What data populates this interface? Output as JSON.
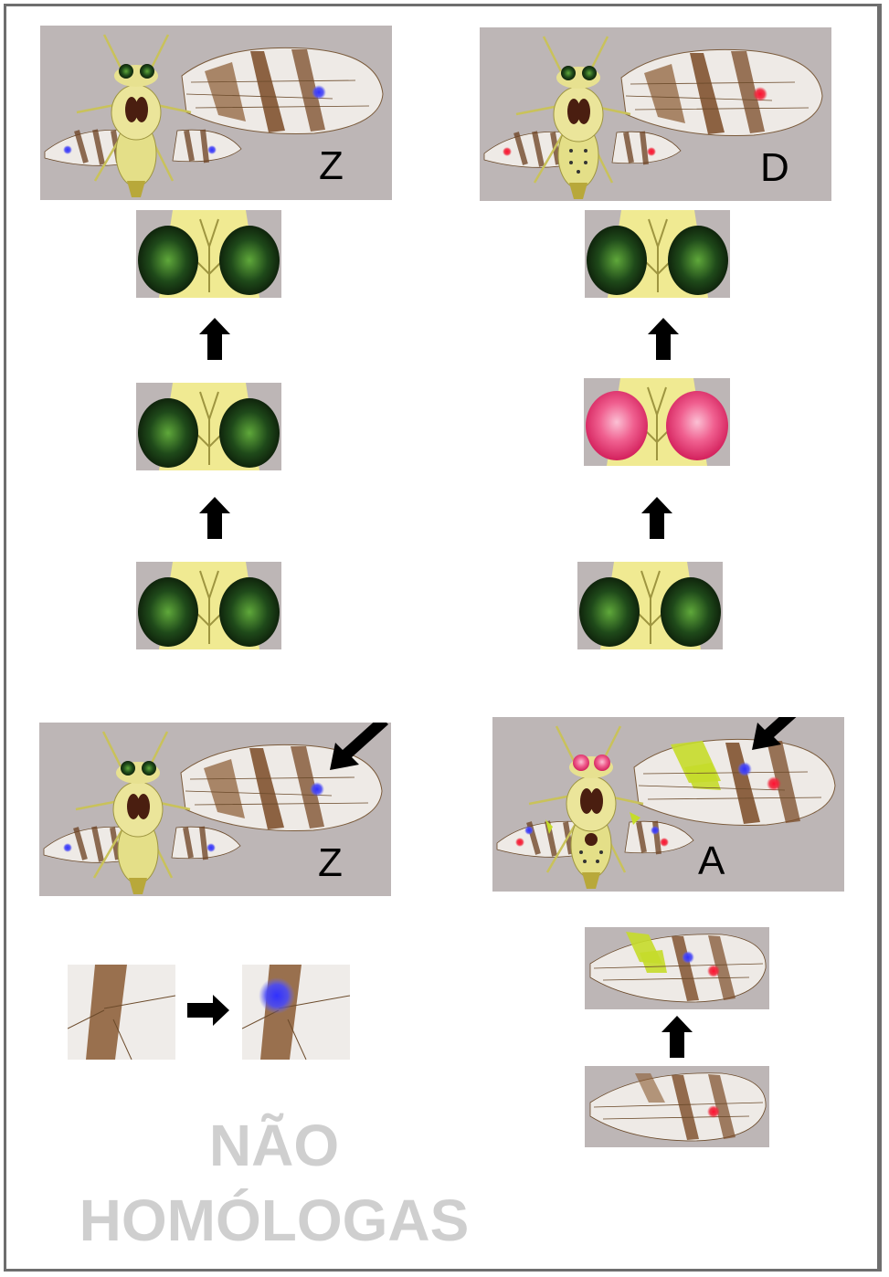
{
  "panels": {
    "top_left_label": "Z",
    "top_right_label": "D",
    "bottom_left_label": "Z",
    "bottom_right_label": "A"
  },
  "caption": {
    "line1": "NÃO",
    "line2": "HOMÓLOGAS"
  },
  "colors": {
    "panel_background": "#bdb6b6",
    "blue_spot": "#3b3bf5",
    "red_spot": "#f0283c",
    "green_eye": "#1f4a1a",
    "pink_eye": "#f06090",
    "yellow_green_marks": "#c5dc2a",
    "caption_text": "#cfcfcf"
  },
  "icons": [
    "fly-illustration",
    "eye-head-closeup",
    "wing-closeup",
    "up-arrow-icon",
    "right-arrow-icon",
    "diagonal-arrow-icon"
  ]
}
